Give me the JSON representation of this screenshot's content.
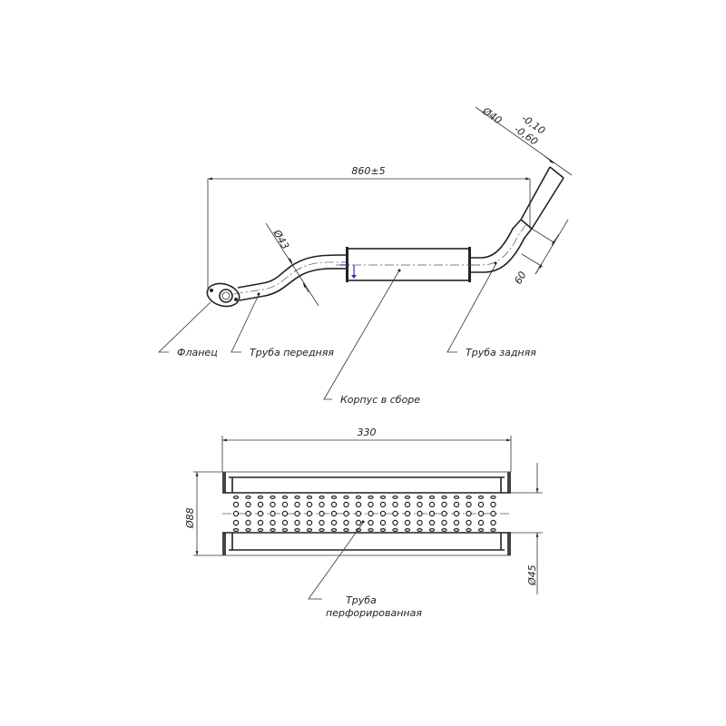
{
  "top_view": {
    "dim_length": "860±5",
    "dim_front_pipe_dia": "Ø43",
    "dim_rear_pipe_dia": "Ø40",
    "dim_rear_tol_upper": "-0,10",
    "dim_rear_tol_lower": "-0,60",
    "dim_rear_offset": "60",
    "labels": {
      "flange": "Фланец",
      "front_pipe": "Труба передняя",
      "rear_pipe": "Труба задняя",
      "body": "Корпус в сборе"
    }
  },
  "section_view": {
    "dim_length": "330",
    "dim_outer_dia": "Ø88",
    "dim_inner_dia": "Ø45",
    "label_line1": "Труба",
    "label_line2": "перфорированная"
  },
  "colors": {
    "line": "#222222",
    "marker": "#2030c0"
  }
}
